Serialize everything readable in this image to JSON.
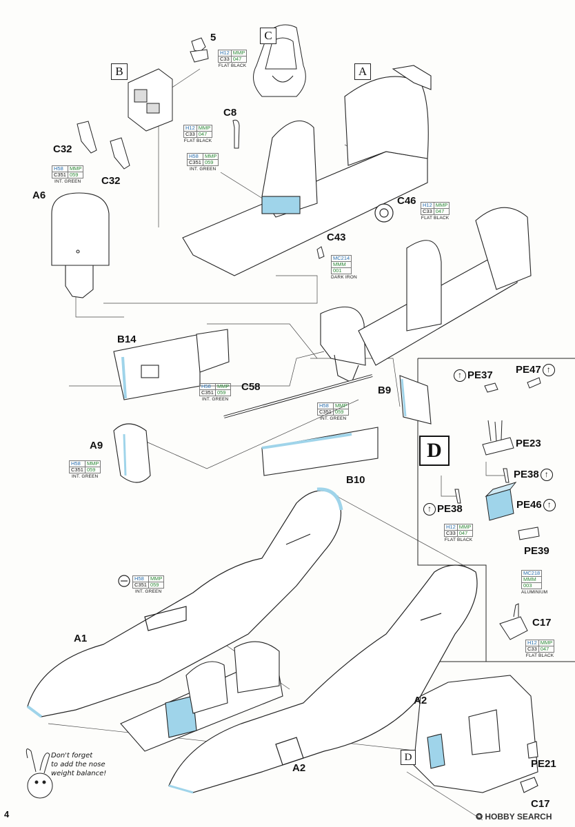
{
  "page_number": "4",
  "section_boxes": {
    "a": "A",
    "b": "B",
    "c": "C",
    "d": "D"
  },
  "parts": {
    "p5": "5",
    "c8": "C8",
    "c32a": "C32",
    "c32b": "C32",
    "a6": "A6",
    "c46": "C46",
    "c43": "C43",
    "b14": "B14",
    "c58": "C58",
    "b9": "B9",
    "a9": "A9",
    "b10": "B10",
    "a1": "A1",
    "a2": "A2",
    "a2b": "A2",
    "pe37": "PE37",
    "pe47": "PE47",
    "pe23": "PE23",
    "pe38a": "PE38",
    "pe38b": "PE38",
    "pe46": "PE46",
    "pe39": "PE39",
    "c17a": "C17",
    "c17b": "C17",
    "pe21": "PE21"
  },
  "paints": {
    "flat_black": {
      "h": "H12",
      "mmp": "MMP",
      "c": "C33",
      "code": "047",
      "name": "FLAT BLACK"
    },
    "int_green": {
      "h": "H58",
      "mmp": "MMP",
      "c": "C351",
      "code": "059",
      "name": "INT. GREEN"
    },
    "dark_iron": {
      "mc": "MC214",
      "mmm": "MMM",
      "code": "001",
      "name": "DARK IRON"
    },
    "aluminium": {
      "mc": "MC218",
      "mmm": "MMM",
      "code": "003",
      "name": "ALUMINIUM"
    }
  },
  "note": {
    "line1": "Don't forget",
    "line2": "to add the nose",
    "line3": "weight balance!"
  },
  "watermark": "HOBBY SEARCH",
  "colors": {
    "accent_blue": "#9fd4ea",
    "hobbico_blue": "#2a6fb0",
    "mmp_green": "#2d8a3a",
    "line": "#222222"
  }
}
